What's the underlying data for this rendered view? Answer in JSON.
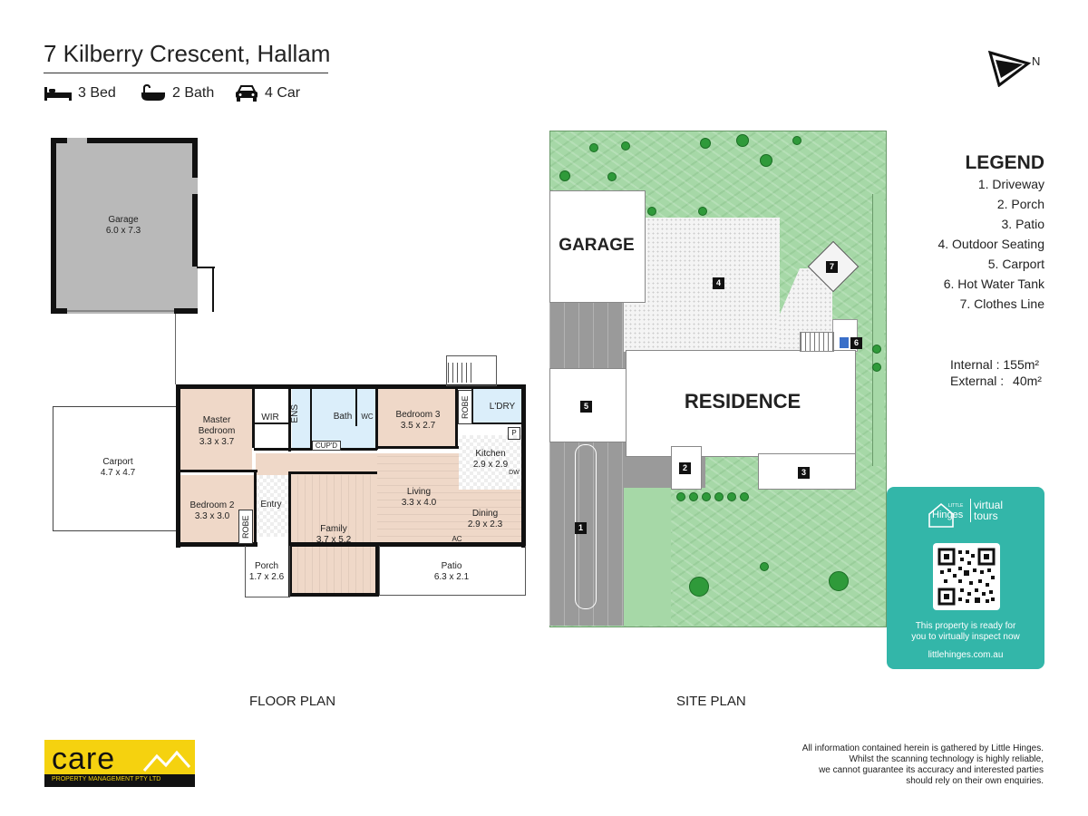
{
  "header": {
    "address": "7 Kilberry Crescent, Hallam",
    "features": [
      {
        "icon": "bed-icon",
        "label": "3 Bed"
      },
      {
        "icon": "bath-icon",
        "label": "2 Bath"
      },
      {
        "icon": "car-icon",
        "label": "4 Car"
      }
    ]
  },
  "compass": {
    "label": "N"
  },
  "floor_plan": {
    "label": "FLOOR PLAN",
    "rooms": {
      "garage_name": "Garage",
      "garage_size": "6.0 x 7.3",
      "carport_name": "Carport",
      "carport_size": "4.7 x 4.7",
      "master_name_1": "Master",
      "master_name_2": "Bedroom",
      "master_size": "3.3 x 3.7",
      "wir": "WIR",
      "ens": "ENS",
      "bath": "Bath",
      "wc": "WC",
      "cupd": "CUP'D",
      "bed3_name": "Bedroom 3",
      "bed3_size": "3.5 x 2.7",
      "robe": "ROBE",
      "ldry": "L'DRY",
      "p": "P",
      "kitchen_name": "Kitchen",
      "kitchen_size": "2.9 x 2.9",
      "dw": "DW",
      "living_name": "Living",
      "living_size": "3.3 x 4.0",
      "dining_name": "Dining",
      "dining_size": "2.9 x 2.3",
      "bed2_name": "Bedroom 2",
      "bed2_size": "3.3 x 3.0",
      "entry": "Entry",
      "family_name": "Family",
      "family_size": "3.7 x 5.2",
      "ac": "AC",
      "porch_name": "Porch",
      "porch_size": "1.7 x 2.6",
      "patio_name": "Patio",
      "patio_size": "6.3 x 2.1"
    }
  },
  "site_plan": {
    "label": "SITE PLAN",
    "garage": "GARAGE",
    "residence": "RESIDENCE",
    "markers": [
      "1",
      "2",
      "3",
      "4",
      "5",
      "6",
      "7"
    ]
  },
  "legend": {
    "title": "LEGEND",
    "items": [
      "1. Driveway",
      "2. Porch",
      "3. Patio",
      "4. Outdoor Seating",
      "5. Carport",
      "6. Hot Water Tank",
      "7. Clothes Line"
    ],
    "internal_label": "Internal",
    "internal_value": ": 155m²",
    "external_label": "External :",
    "external_value": "40m²"
  },
  "promo": {
    "brand_small": "LITTLE",
    "brand": "Hinges",
    "brand_sub_1": "virtual",
    "brand_sub_2": "tours",
    "line1": "This property is ready for",
    "line2": "you to virtually inspect now",
    "url": "littlehinges.com.au"
  },
  "agency": {
    "name": "care",
    "sub": "PROPERTY MANAGEMENT PTY LTD",
    "accent": "#f5d20f"
  },
  "disclaimer": {
    "line1": "All information contained herein is gathered by Little Hinges.",
    "line2": "Whilst the scanning technology is highly reliable,",
    "line3": "we cannot guarantee its accuracy and interested parties",
    "line4": "should rely on their own enquiries."
  }
}
